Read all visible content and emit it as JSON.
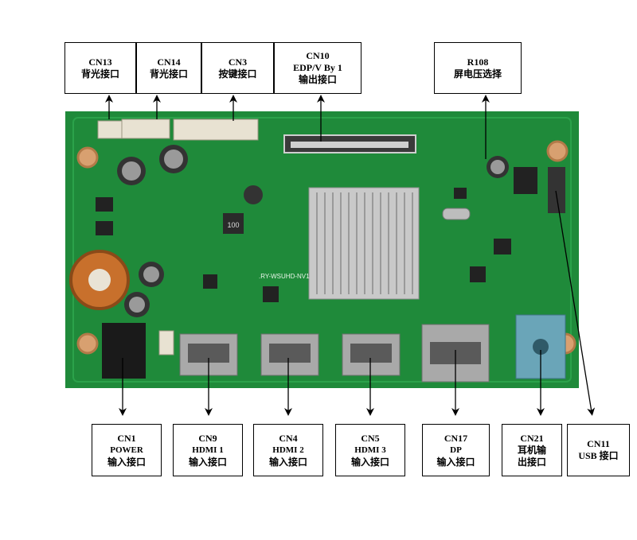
{
  "top_labels": [
    {
      "id": "cn13",
      "lines": [
        "CN13",
        "背光接口"
      ]
    },
    {
      "id": "cn14",
      "lines": [
        "CN14",
        "背光接口"
      ]
    },
    {
      "id": "cn3",
      "lines": [
        "CN3",
        "按键接口"
      ]
    },
    {
      "id": "cn10",
      "lines": [
        "CN10",
        "EDP/V By 1",
        "输出接口"
      ]
    },
    {
      "id": "r108",
      "lines": [
        "R108",
        "屏电压选择"
      ]
    }
  ],
  "bottom_labels": [
    {
      "id": "cn1",
      "lines": [
        "CN1",
        "POWER",
        "输入接口"
      ]
    },
    {
      "id": "cn9",
      "lines": [
        "CN9",
        "HDMI 1",
        "输入接口"
      ]
    },
    {
      "id": "cn4",
      "lines": [
        "CN4",
        "HDMI 2",
        "输入接口"
      ]
    },
    {
      "id": "cn5",
      "lines": [
        "CN5",
        "HDMI 3",
        "输入接口"
      ]
    },
    {
      "id": "cn17",
      "lines": [
        "CN17",
        "DP",
        "输入接口"
      ]
    },
    {
      "id": "cn21",
      "lines": [
        "CN21",
        "耳机输",
        "出接口"
      ]
    },
    {
      "id": "cn11",
      "lines": [
        "CN11",
        "USB 接口"
      ]
    }
  ],
  "board": {
    "silkscreen": ".RY-WSUHD-NV1",
    "inductor": "100",
    "colors": {
      "pcb": "#1f8a3a",
      "pcb_dark": "#156a2b",
      "heatsink": "#c9c9c9",
      "connector": "#e8e2d2",
      "port": "#a9a9a9",
      "audio": "#6aa5b8"
    }
  }
}
